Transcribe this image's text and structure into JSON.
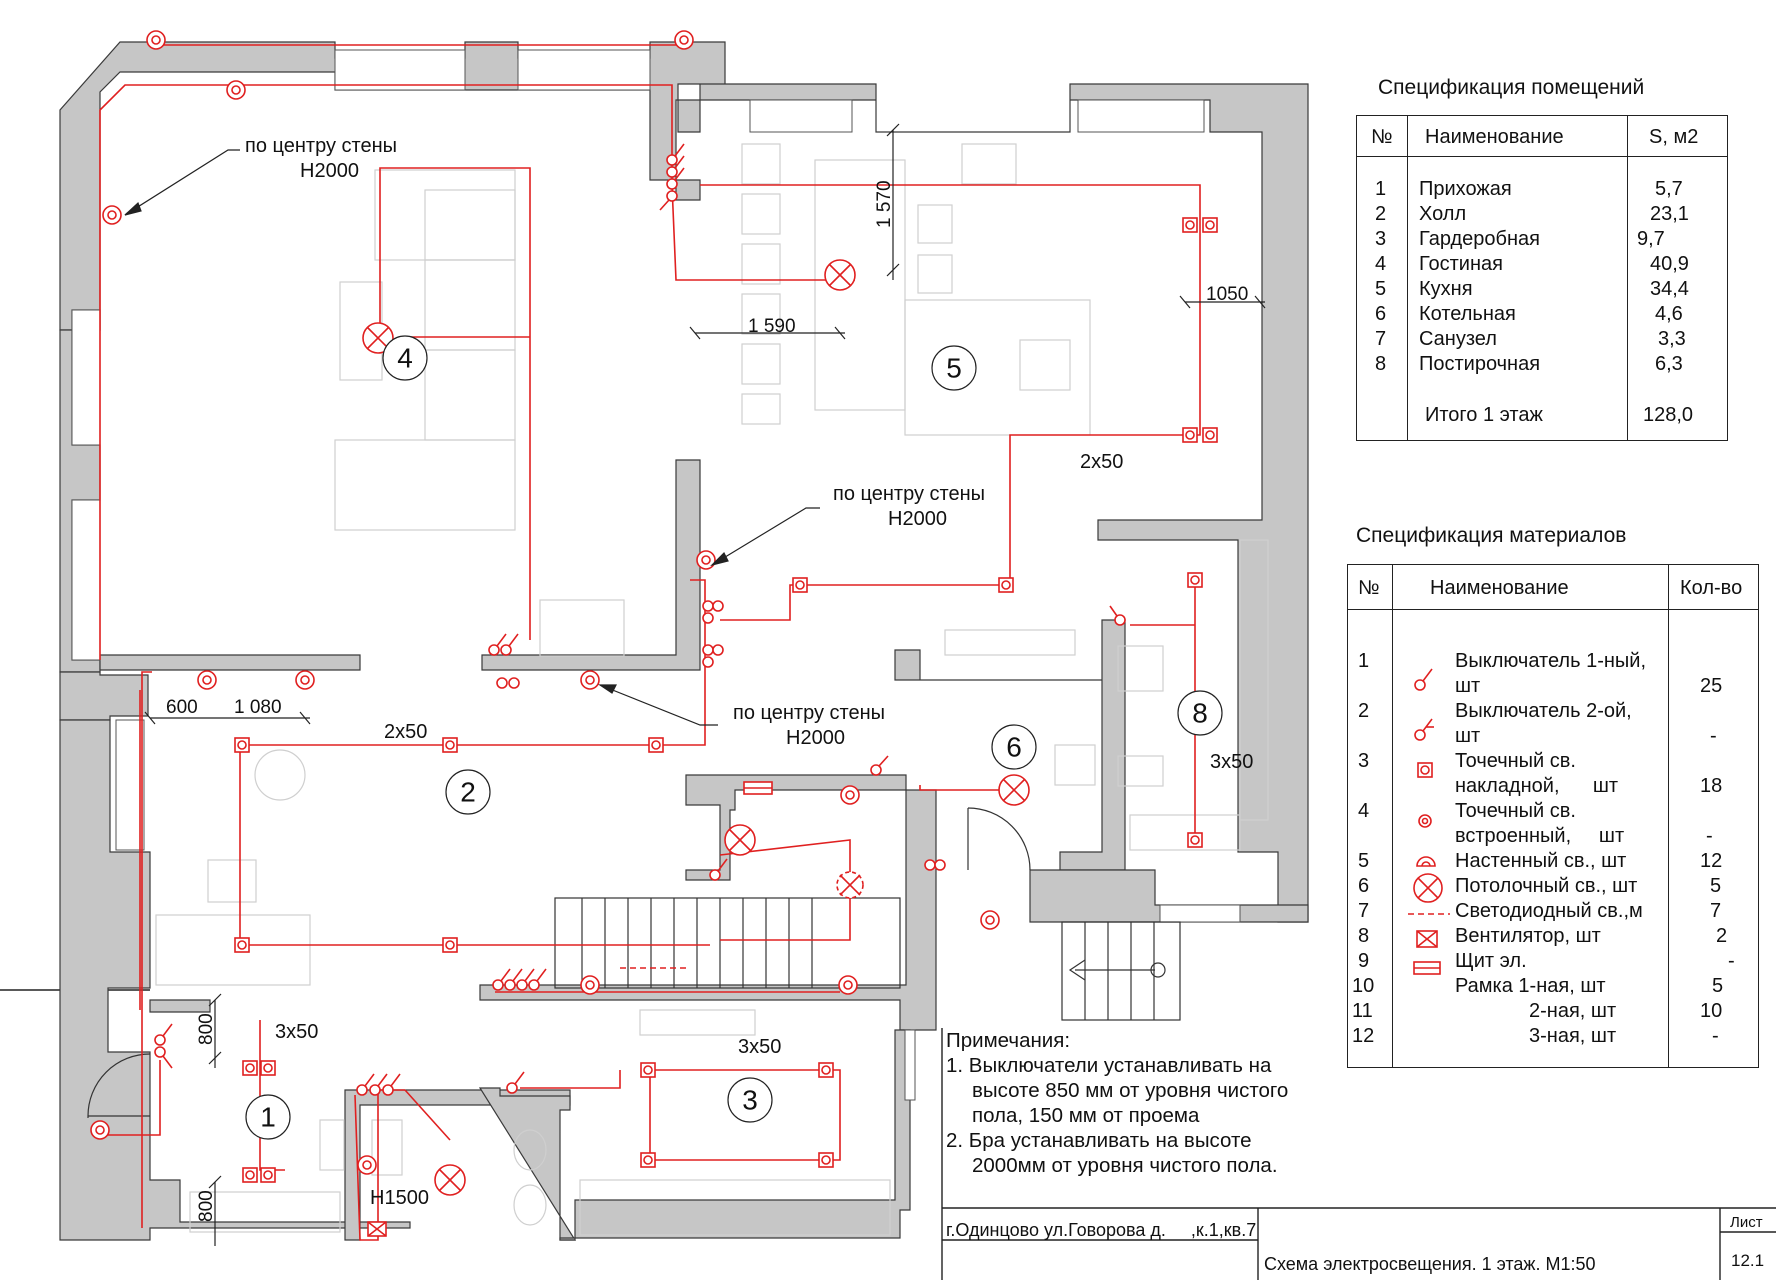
{
  "rooms_spec": {
    "title": "Спецификация помещений",
    "headers": {
      "num": "№",
      "name": "Наименование",
      "area": "S, м2"
    },
    "rows": [
      {
        "num": "1",
        "name": "Прихожая",
        "area": "5,7"
      },
      {
        "num": "2",
        "name": "Холл",
        "area": "23,1"
      },
      {
        "num": "3",
        "name": "Гардеробная",
        "area": "9,7"
      },
      {
        "num": "4",
        "name": "Гостиная",
        "area": "40,9"
      },
      {
        "num": "5",
        "name": "Кухня",
        "area": "34,4"
      },
      {
        "num": "6",
        "name": "Котельная",
        "area": "4,6"
      },
      {
        "num": "7",
        "name": "Санузел",
        "area": "3,3"
      },
      {
        "num": "8",
        "name": "Постирочная",
        "area": "6,3"
      }
    ],
    "total_label": "Итого 1 этаж",
    "total_value": "128,0"
  },
  "materials_spec": {
    "title": "Спецификация материалов",
    "headers": {
      "num": "№",
      "name": "Наименование",
      "qty": "Кол-во"
    },
    "rows": [
      {
        "num": "1",
        "line1": "Выключатель 1-ный,",
        "line2": "шт",
        "qty": "25",
        "symbol": "switch-1-icon"
      },
      {
        "num": "2",
        "line1": "Выключатель 2-ой,",
        "line2": "шт",
        "qty": "-",
        "symbol": "switch-2-icon"
      },
      {
        "num": "3",
        "line1": "Точечный св.",
        "line2": "накладной,      шт",
        "qty": "18",
        "symbol": "spot-surface-icon"
      },
      {
        "num": "4",
        "line1": "Точечный св.",
        "line2": "встроенный,     шт",
        "qty": "-",
        "symbol": "spot-recessed-icon"
      },
      {
        "num": "5",
        "line1": "Настенный св., шт",
        "qty": "12",
        "symbol": "wall-light-icon"
      },
      {
        "num": "6",
        "line1": "Потолочный св., шт",
        "qty": "5",
        "symbol": "ceiling-light-icon"
      },
      {
        "num": "7",
        "line1": "Светодиодный св.,м",
        "qty": "7",
        "symbol": "led-strip-icon"
      },
      {
        "num": "8",
        "line1": "Вентилятор, шт",
        "qty": "2",
        "symbol": "fan-icon"
      },
      {
        "num": "9",
        "line1": "Щит эл.",
        "qty": "-",
        "symbol": "panel-icon"
      },
      {
        "num": "10",
        "line1": "Рамка 1-ная, шт",
        "qty": "5"
      },
      {
        "num": "11",
        "line1": "2-ная, шт",
        "qty": "10"
      },
      {
        "num": "12",
        "line1": "3-ная, шт",
        "qty": "-"
      }
    ]
  },
  "notes": {
    "title": "Примечания:",
    "items": [
      "1. Выключатели устанавливать на высоте 850 мм от уровня чистого пола, 150 мм от проема",
      "2. Бра устанавливать на высоте 2000мм от уровня чистого пола."
    ]
  },
  "stamp": {
    "address": "г.Одинцово ул.Говорова д.     ,к.1,кв.7",
    "title": "Схема электросвещения. 1 этаж. М1:50",
    "sheet_label": "Лист",
    "sheet_value": "12.1"
  },
  "plan": {
    "room_numbers": [
      "1",
      "2",
      "3",
      "4",
      "5",
      "6",
      "8"
    ],
    "annotations": {
      "wall_center_1": "по центру стены",
      "wall_center_1_h": "H2000",
      "wall_center_2": "по центру стены",
      "wall_center_2_h": "H2000",
      "wall_center_3": "по центру стены",
      "wall_center_3_h": "H2000",
      "h1500": "Н1500"
    },
    "dimensions": {
      "d1570": "1 570",
      "d1590": "1 590",
      "d1050": "1050",
      "d600": "600",
      "d1080": "1 080",
      "d800a": "800",
      "d800b": "800"
    },
    "cables": {
      "c_kitchen": "2x50",
      "c_hall": "2x50",
      "c_hall_lower": "3x50",
      "c_wardrobe": "3x50",
      "c_laundry": "3x50"
    },
    "colors": {
      "wiring": "#e02020",
      "walls": "#c6c6c6",
      "furniture": "#cfcfcf"
    }
  }
}
